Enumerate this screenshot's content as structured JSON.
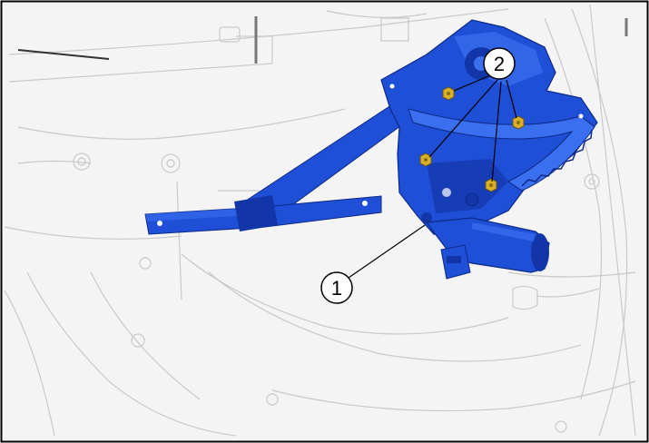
{
  "figure": {
    "callouts": [
      {
        "id": "1",
        "label": "1"
      },
      {
        "id": "2",
        "label": "2"
      }
    ]
  },
  "colors": {
    "part_blue": "#1e4fd6",
    "part_blue_dark": "#1236a8",
    "part_blue_light": "#3a6ff0",
    "nut_gold": "#d8b02a",
    "background_line": "#c9c9c9",
    "background_fill": "#f2f2f2",
    "frame": "#000000"
  },
  "icons": [
    "window-regulator-assembly",
    "fastening-nut",
    "door-inner-panel"
  ]
}
